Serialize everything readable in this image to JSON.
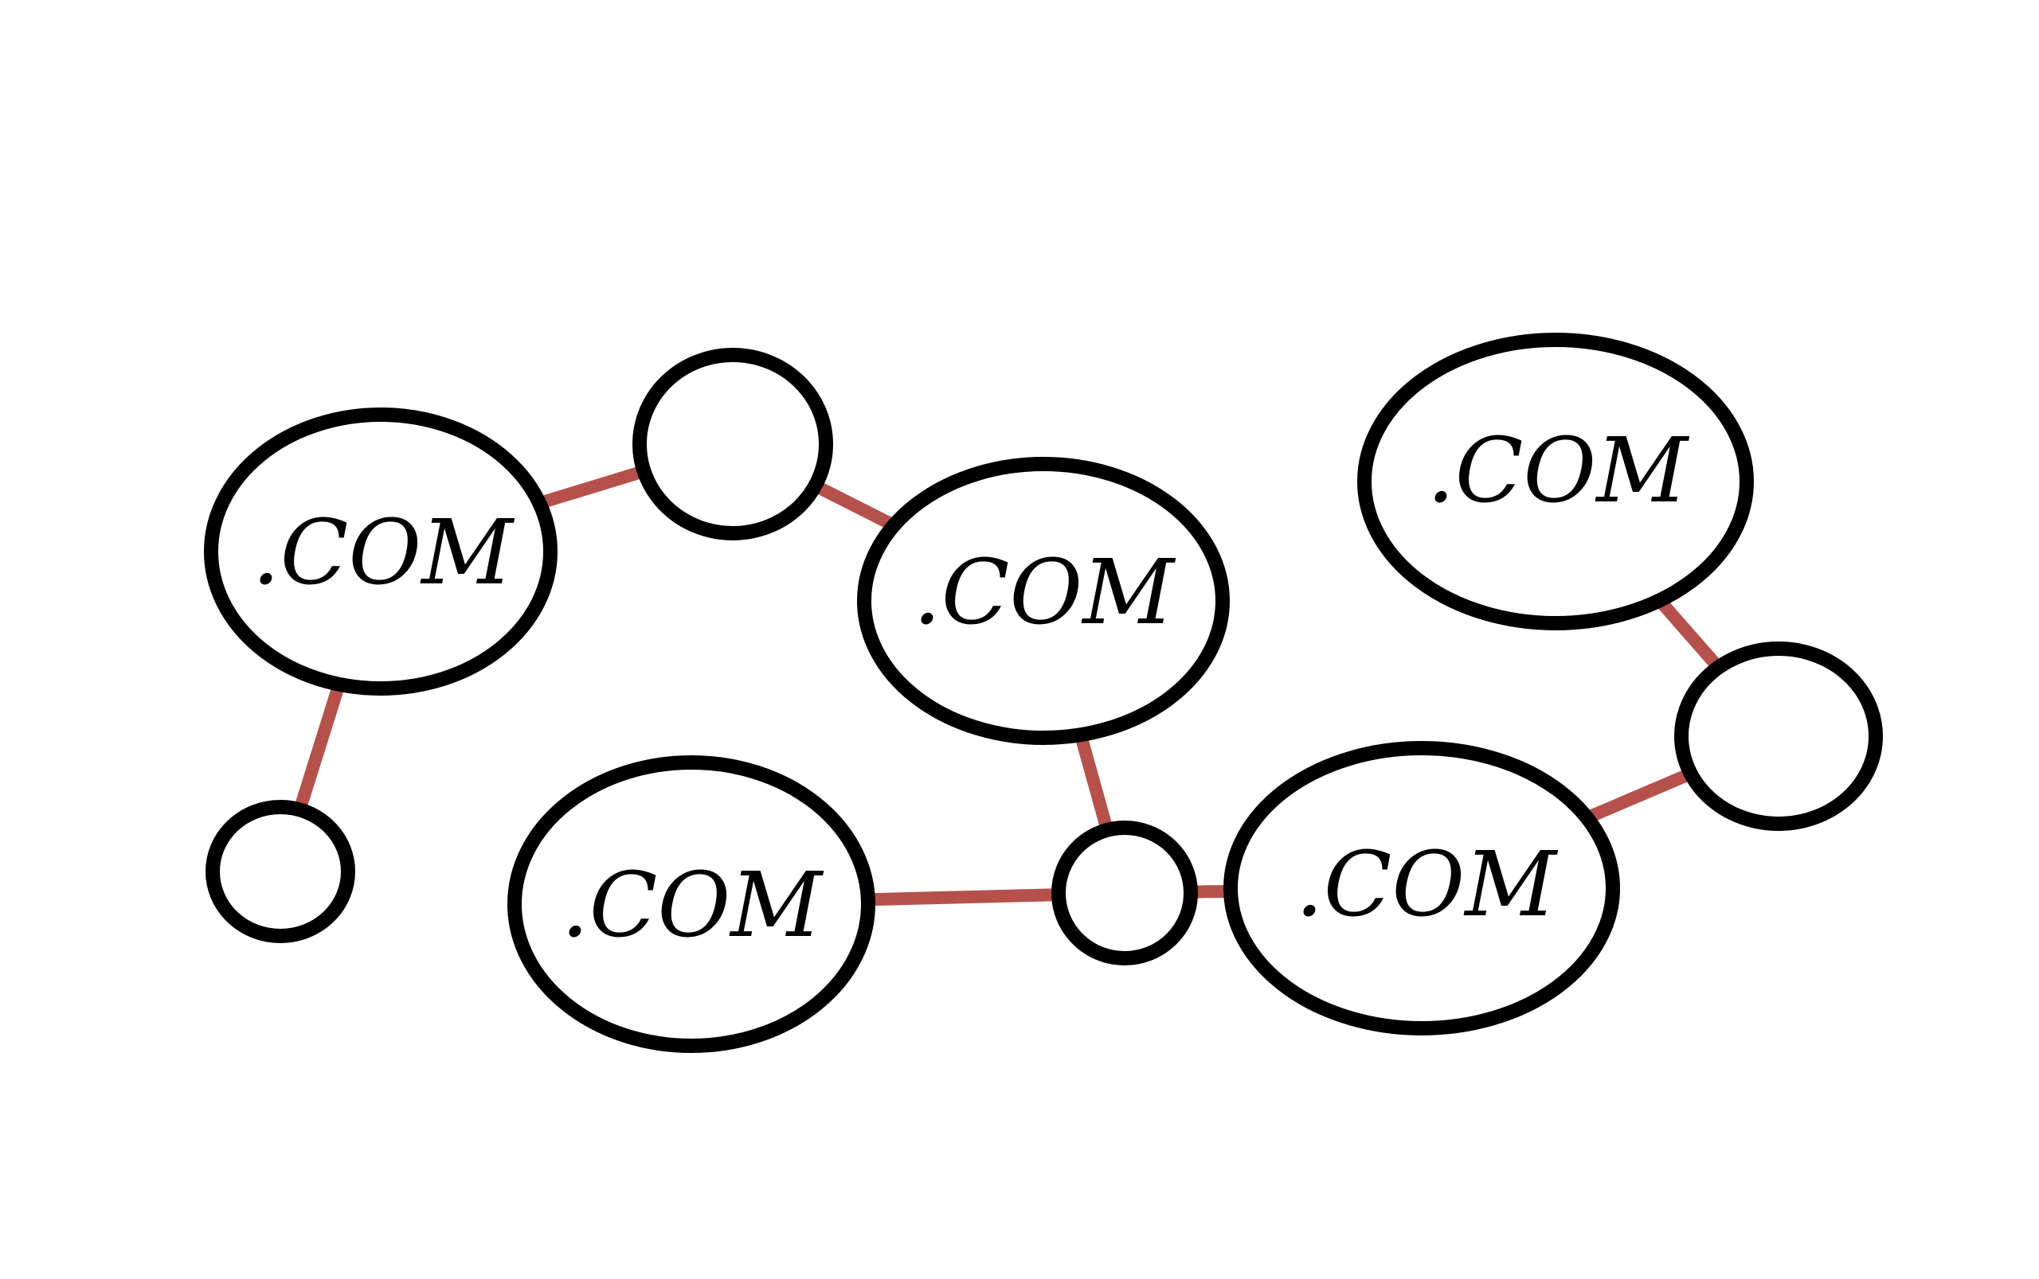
{
  "diagram": {
    "type": "network",
    "colors": {
      "edge": "#b5514a",
      "outline": "#000000",
      "background": "#ffffff"
    },
    "nodes": [
      {
        "id": "com-left",
        "label": ".COM"
      },
      {
        "id": "com-center",
        "label": ".COM"
      },
      {
        "id": "com-top-right",
        "label": ".COM"
      },
      {
        "id": "com-bottom-left",
        "label": ".COM"
      },
      {
        "id": "com-bottom-right",
        "label": ".COM"
      },
      {
        "id": "hub-top",
        "label": ""
      },
      {
        "id": "hub-left",
        "label": ""
      },
      {
        "id": "hub-middle",
        "label": ""
      },
      {
        "id": "hub-right",
        "label": ""
      }
    ],
    "edges": [
      {
        "from": "com-left",
        "to": "hub-top"
      },
      {
        "from": "hub-top",
        "to": "com-center"
      },
      {
        "from": "com-left",
        "to": "hub-left"
      },
      {
        "from": "com-center",
        "to": "hub-middle"
      },
      {
        "from": "com-bottom-left",
        "to": "hub-middle"
      },
      {
        "from": "hub-middle",
        "to": "com-bottom-right"
      },
      {
        "from": "com-bottom-right",
        "to": "hub-right"
      },
      {
        "from": "hub-right",
        "to": "com-top-right"
      }
    ]
  }
}
